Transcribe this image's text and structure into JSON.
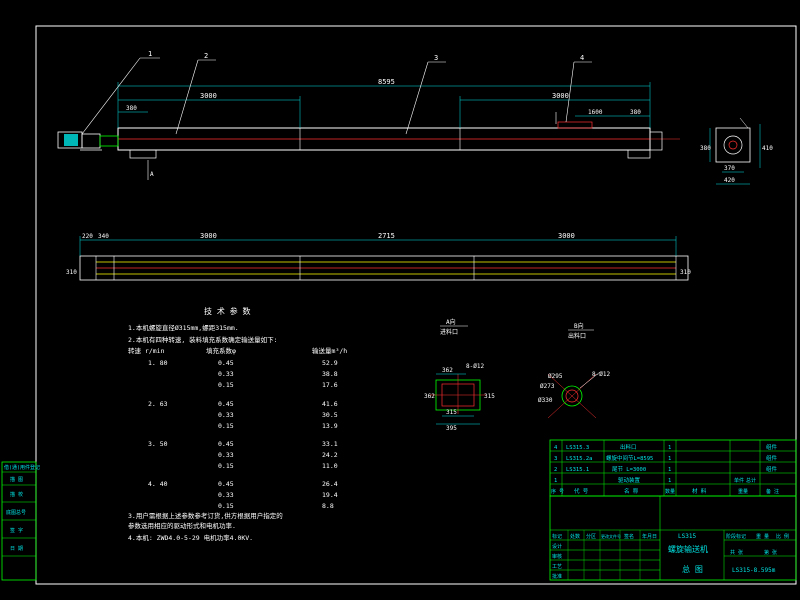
{
  "balloons": [
    "1",
    "2",
    "3",
    "4"
  ],
  "dims_top": {
    "total": "8595",
    "left_span": "3000",
    "left_small": "380",
    "right_span": "3000",
    "right_mid": "1600",
    "right_small": "380",
    "section_mark": "A"
  },
  "dims_end": {
    "height": "380",
    "height_small": "410",
    "width1": "370",
    "width2": "420"
  },
  "dims_plan": {
    "d1": "220",
    "d2": "340",
    "d3": "3000",
    "d4": "2715",
    "d5": "3000",
    "left_h": "310",
    "right_h": "310"
  },
  "section_a": {
    "title": "A向",
    "subtitle": "进料口",
    "d_top": "362",
    "d_bolt": "8-Ø12",
    "d_left": "362",
    "d_right": "315",
    "d_bottom1": "315",
    "d_bottom2": "395"
  },
  "section_b": {
    "title": "B向",
    "subtitle": "出料口",
    "d_top": "8-Ø12",
    "d_l1": "Ø295",
    "d_l2": "Ø273",
    "d_l3": "Ø330"
  },
  "tech": {
    "title": "技 术 参 数",
    "line1": "1.本机螺旋直径Ø315mm,螺距315mm.",
    "line2": "2.本机有四种转速, 装料填充系数确定输送量如下:",
    "header_speed": "转速 r/min",
    "header_fill": "填充系数φ",
    "header_cap": "输送量m³/h",
    "groups": [
      {
        "speed": "1. 80",
        "rows": [
          [
            "0.45",
            "52.9"
          ],
          [
            "0.33",
            "38.8"
          ],
          [
            "0.15",
            "17.6"
          ]
        ]
      },
      {
        "speed": "2. 63",
        "rows": [
          [
            "0.45",
            "41.6"
          ],
          [
            "0.33",
            "30.5"
          ],
          [
            "0.15",
            "13.9"
          ]
        ]
      },
      {
        "speed": "3. 50",
        "rows": [
          [
            "0.45",
            "33.1"
          ],
          [
            "0.33",
            "24.2"
          ],
          [
            "0.15",
            "11.0"
          ]
        ]
      },
      {
        "speed": "4. 40",
        "rows": [
          [
            "0.45",
            "26.4"
          ],
          [
            "0.33",
            "19.4"
          ],
          [
            "0.15",
            "8.8"
          ]
        ]
      }
    ],
    "note3a": "3.用户需根据上述参数参考订货,供方根据用户指定的",
    "note3b": "  参数选用相应的驱动形式和电机功率.",
    "note4": "4.本机: ZWD4.0-5-29 电机功率4.0KV."
  },
  "bom": [
    {
      "no": "4",
      "code": "LS315.3",
      "name": "出料口",
      "qty": "1",
      "note": "组件"
    },
    {
      "no": "3",
      "code": "LS315.2a",
      "name": "螺旋中间节L=8595",
      "qty": "1",
      "note": "组件"
    },
    {
      "no": "2",
      "code": "LS315.1",
      "name": "尾节 L=3000",
      "qty": "1",
      "note": "组件"
    },
    {
      "no": "1",
      "code": "",
      "name": "驱动装置",
      "qty": "1",
      "note": ""
    }
  ],
  "bom_header": {
    "no": "序 号",
    "code": "代 号",
    "name": "名 称",
    "qty": "数量",
    "material": "材 料",
    "w1": "单件",
    "w2": "总计",
    "weight": "重量",
    "note": "备 注"
  },
  "title_block": {
    "drawing_no_top": "LS315",
    "product_name": "螺旋输送机",
    "view_name": "总 图",
    "drawing_no": "LS315-8.595m",
    "stage": "阶段标记",
    "weight": "重 量",
    "scale": "比 例",
    "sheet_total": "共 张",
    "sheet_no": "第 张",
    "sign_cols": [
      "标记",
      "处数",
      "分区",
      "更改文件号",
      "签名",
      "年月日"
    ],
    "sign_rows": [
      "设计",
      "审核",
      "工艺",
      "批准"
    ]
  },
  "side_strip": [
    "借(通)用件登记",
    "描 图",
    "描 校",
    "底图总号",
    "签 字",
    "日 期"
  ],
  "colors": {
    "frame": "#ffffff",
    "dim": "#00e5e5",
    "yellow": "#ffff00",
    "red": "#ff3030",
    "green": "#00ff00",
    "blue": "#4466ff",
    "magenta": "#ff00ff"
  }
}
